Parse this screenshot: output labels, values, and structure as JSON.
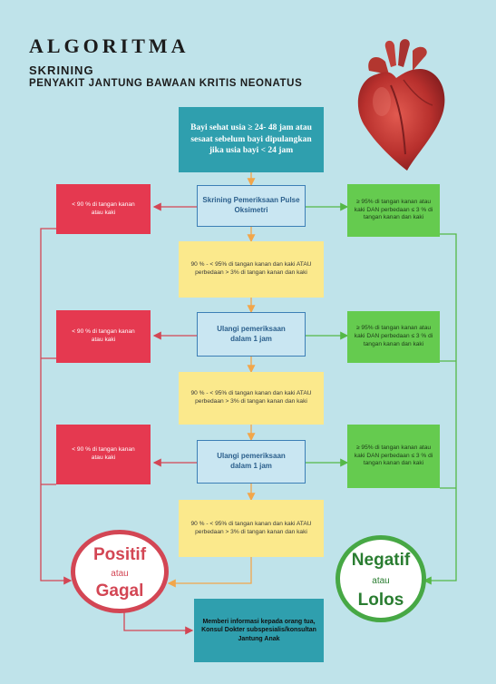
{
  "header": {
    "title": "ALGORITMA",
    "subtitle1": "SKRINING",
    "subtitle2": "PENYAKIT JANTUNG BAWAAN KRITIS NEONATUS"
  },
  "start_box": "Bayi sehat usia ≥ 24- 48 jam atau sesaat sebelum bayi dipulangkan jika usia bayi < 24 jam",
  "screen1": "Skrining Pemeriksaan Pulse Oksimetri",
  "yellow1": "90 % - < 95% di tangan kanan dan kaki ATAU perbedaan > 3% di tangan kanan dan kaki",
  "screen2": "Ulangi pemeriksaan dalam 1 jam",
  "yellow2": "90 % - < 95% di tangan kanan dan kaki ATAU perbedaan > 3% di tangan kanan dan kaki",
  "screen3": "Ulangi pemeriksaan dalam 1 jam",
  "yellow3": "90 % - < 95% di tangan kanan dan kaki ATAU perbedaan > 3% di tangan kanan dan kaki",
  "red1": "< 90 % di tangan kanan atau kaki",
  "red2": "< 90 % di tangan kanan atau kaki",
  "red3": "< 90 % di tangan kanan atau kaki",
  "green1": "≥ 95% di tangan kanan atau kaki DAN perbedaan ≤ 3 % di tangan kanan dan kaki",
  "green2": "≥ 95% di tangan kanan atau kaki DAN perbedaan ≤ 3 % di tangan kanan dan kaki",
  "green3": "≥ 95% di tangan kanan atau kaki DAN perbedaan ≤ 3 % di tangan kanan dan kaki",
  "positive": {
    "word1": "Positif",
    "mid": "atau",
    "word2": "Gagal"
  },
  "negative": {
    "word1": "Negatif",
    "mid": "atau",
    "word2": "Lolos"
  },
  "final_box": "Memberi informasi kepada orang tua, Konsul Dokter subspesialis/konsultan Jantung Anak",
  "colors": {
    "red": "#e53950",
    "green": "#65cb4f",
    "yellow": "#fbe98c",
    "teal": "#2f9fae",
    "blue": "#c9e6f2",
    "background": "#bfe3ea"
  }
}
